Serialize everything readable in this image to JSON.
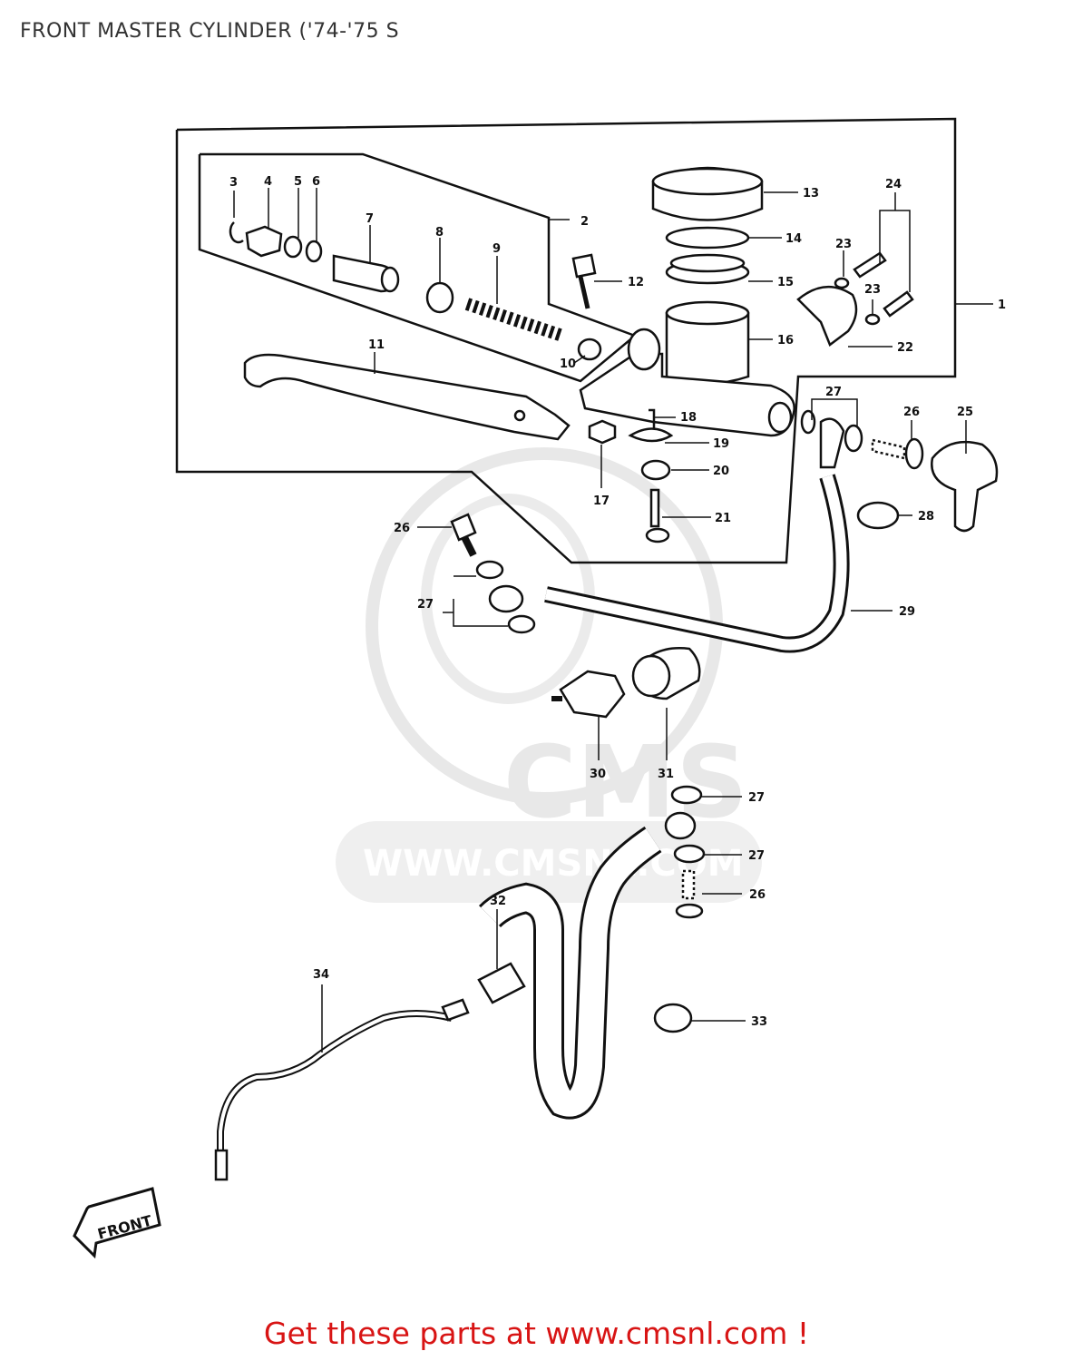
{
  "title": "FRONT MASTER CYLINDER ('74-'75 S",
  "watermark": {
    "logo": "CMS",
    "url": "WWW.CMSNL.COM"
  },
  "front_marker": "FRONT",
  "footer": "Get these parts at www.cmsnl.com !",
  "callouts": [
    {
      "n": "1"
    },
    {
      "n": "2"
    },
    {
      "n": "3"
    },
    {
      "n": "4"
    },
    {
      "n": "5"
    },
    {
      "n": "6"
    },
    {
      "n": "7"
    },
    {
      "n": "8"
    },
    {
      "n": "9"
    },
    {
      "n": "10"
    },
    {
      "n": "11"
    },
    {
      "n": "12"
    },
    {
      "n": "13"
    },
    {
      "n": "14"
    },
    {
      "n": "15"
    },
    {
      "n": "16"
    },
    {
      "n": "17"
    },
    {
      "n": "18"
    },
    {
      "n": "19"
    },
    {
      "n": "20"
    },
    {
      "n": "21"
    },
    {
      "n": "22"
    },
    {
      "n": "23"
    },
    {
      "n": "23"
    },
    {
      "n": "24"
    },
    {
      "n": "25"
    },
    {
      "n": "26"
    },
    {
      "n": "26"
    },
    {
      "n": "26"
    },
    {
      "n": "27"
    },
    {
      "n": "27"
    },
    {
      "n": "27"
    },
    {
      "n": "27"
    },
    {
      "n": "28"
    },
    {
      "n": "29"
    },
    {
      "n": "30"
    },
    {
      "n": "31"
    },
    {
      "n": "32"
    },
    {
      "n": "33"
    },
    {
      "n": "34"
    }
  ],
  "colors": {
    "line": "#111111",
    "footer": "#d81414",
    "watermark": "#d6d6d6"
  }
}
